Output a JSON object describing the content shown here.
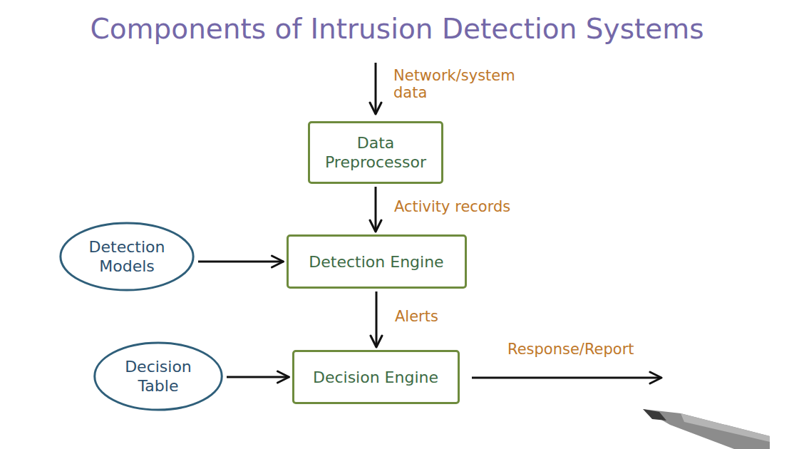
{
  "diagram": {
    "title": "Components of Intrusion Detection Systems",
    "nodes": [
      {
        "text": [
          "Data Preprocessor"
        ]
      },
      {
        "text": [
          "Detection Models"
        ]
      },
      {
        "text": [
          "Detection Engine"
        ]
      },
      {
        "text": [
          "Decision Table"
        ]
      },
      {
        "text": [
          "Decision Engine"
        ]
      }
    ],
    "edges": [
      {
        "from": 0,
        "to": 2,
        "arrow": "to",
        "label": "Activity records"
      },
      {
        "from": 1,
        "to": 2,
        "arrow": "to"
      },
      {
        "from": 2,
        "to": 4,
        "arrow": "to",
        "label": "Alerts"
      },
      {
        "from": 3,
        "to": 4,
        "arrow": "to"
      }
    ],
    "labels": [
      "Network/system data",
      "Response/Report"
    ]
  }
}
